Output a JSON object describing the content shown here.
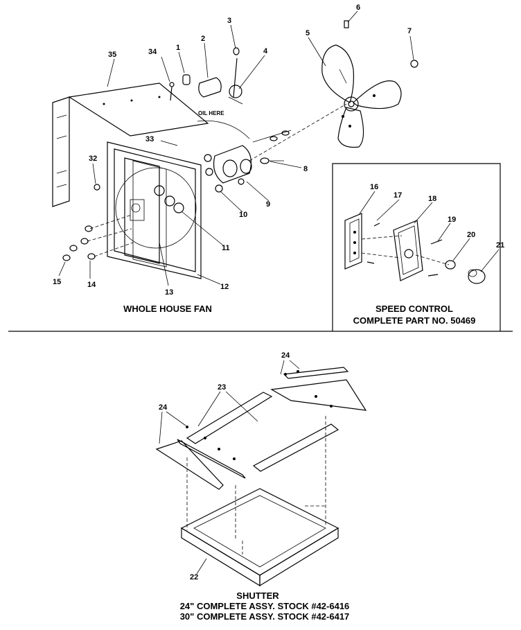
{
  "sections": {
    "whole_house_fan": {
      "caption": "WHOLE HOUSE FAN",
      "annotation": "OIL HERE",
      "callouts": [
        "1",
        "2",
        "3",
        "4",
        "5",
        "6",
        "7",
        "8",
        "9",
        "10",
        "11",
        "12",
        "13",
        "14",
        "15",
        "32",
        "33",
        "34",
        "35"
      ]
    },
    "speed_control": {
      "caption_line1": "SPEED CONTROL",
      "caption_line2": "COMPLETE PART NO. 50469",
      "callouts": [
        "16",
        "17",
        "18",
        "19",
        "20",
        "21"
      ]
    },
    "shutter": {
      "caption_line1": "SHUTTER",
      "caption_line2": "24\" COMPLETE ASSY. STOCK #42-6416",
      "caption_line3": "30\" COMPLETE ASSY. STOCK #42-6417",
      "callouts": [
        "22",
        "23",
        "24",
        "24"
      ]
    }
  }
}
